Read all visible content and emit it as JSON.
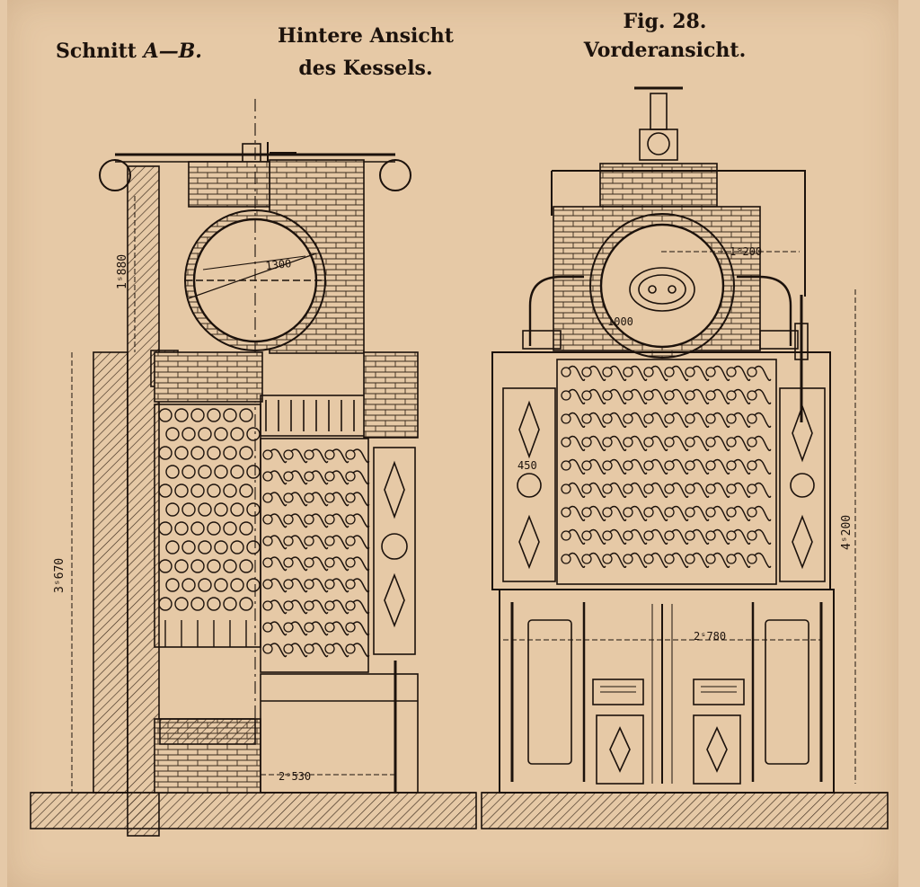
{
  "captions": {
    "section": {
      "prefix": "Schnitt ",
      "label": "A—B."
    },
    "rear_view": {
      "line1": "Hintere Ansicht",
      "line2": "des Kessels."
    },
    "figure": {
      "number": "Fig. 28.",
      "front_view": "Vorderansicht."
    }
  },
  "dimensions": {
    "drum_left": "1300",
    "height_small": "1ˢ880",
    "height_left": "3ˢ670",
    "base_width": "2ˢ530",
    "tube_span": "1ˢ200",
    "drum_front": "1000",
    "side_width": "450",
    "height_right": "4ˢ200",
    "door_width": "2ˢ780"
  },
  "colors": {
    "paper": "#e6c9a6",
    "ink": "#1c120c",
    "hatch": "#3a2a1c"
  }
}
